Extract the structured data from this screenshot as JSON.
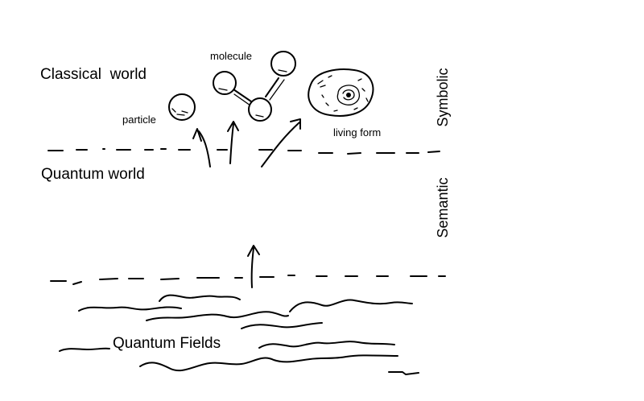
{
  "labels": {
    "classical_world": "Classical  world",
    "quantum_world": "Quantum world",
    "quantum_fields": "Quantum Fields",
    "particle": "particle",
    "molecule": "molecule",
    "living_form": "living form",
    "symbolic": "Symbolic",
    "semantic": "Semantic"
  }
}
